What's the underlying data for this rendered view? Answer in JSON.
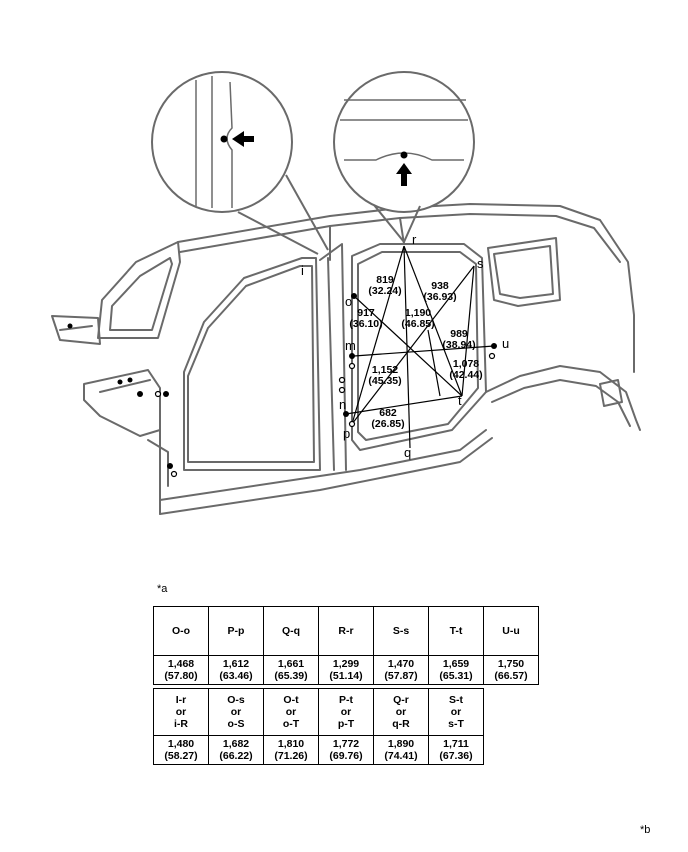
{
  "note_a": "*a",
  "note_b": "*b",
  "points": {
    "i": "i",
    "o": "o",
    "m": "m",
    "n": "n",
    "p": "p",
    "q": "q",
    "r": "r",
    "s": "s",
    "t": "t",
    "u": "u"
  },
  "dimensions": {
    "d819": [
      "819",
      "(32.24)"
    ],
    "d938": [
      "938",
      "(36.93)"
    ],
    "d917": [
      "917",
      "(36.10)"
    ],
    "d1190": [
      "1,190",
      "(46.85)"
    ],
    "d989": [
      "989",
      "(38.94)"
    ],
    "d1078": [
      "1,078",
      "(42.44)"
    ],
    "d1152": [
      "1,152",
      "(45.35)"
    ],
    "d682": [
      "682",
      "(26.85)"
    ]
  },
  "table1": {
    "headers": [
      "O-o",
      "P-p",
      "Q-q",
      "R-r",
      "S-s",
      "T-t",
      "U-u"
    ],
    "values": [
      "1,468\n(57.80)",
      "1,612\n(63.46)",
      "1,661\n(65.39)",
      "1,299\n(51.14)",
      "1,470\n(57.87)",
      "1,659\n(65.31)",
      "1,750\n(66.57)"
    ]
  },
  "table2": {
    "headers": [
      "I-r\nor\ni-R",
      "O-s\nor\no-S",
      "O-t\nor\no-T",
      "P-t\nor\np-T",
      "Q-r\nor\nq-R",
      "S-t\nor\ns-T"
    ],
    "values": [
      "1,480\n(58.27)",
      "1,682\n(66.22)",
      "1,810\n(71.26)",
      "1,772\n(69.76)",
      "1,890\n(74.41)",
      "1,711\n(67.36)"
    ]
  }
}
